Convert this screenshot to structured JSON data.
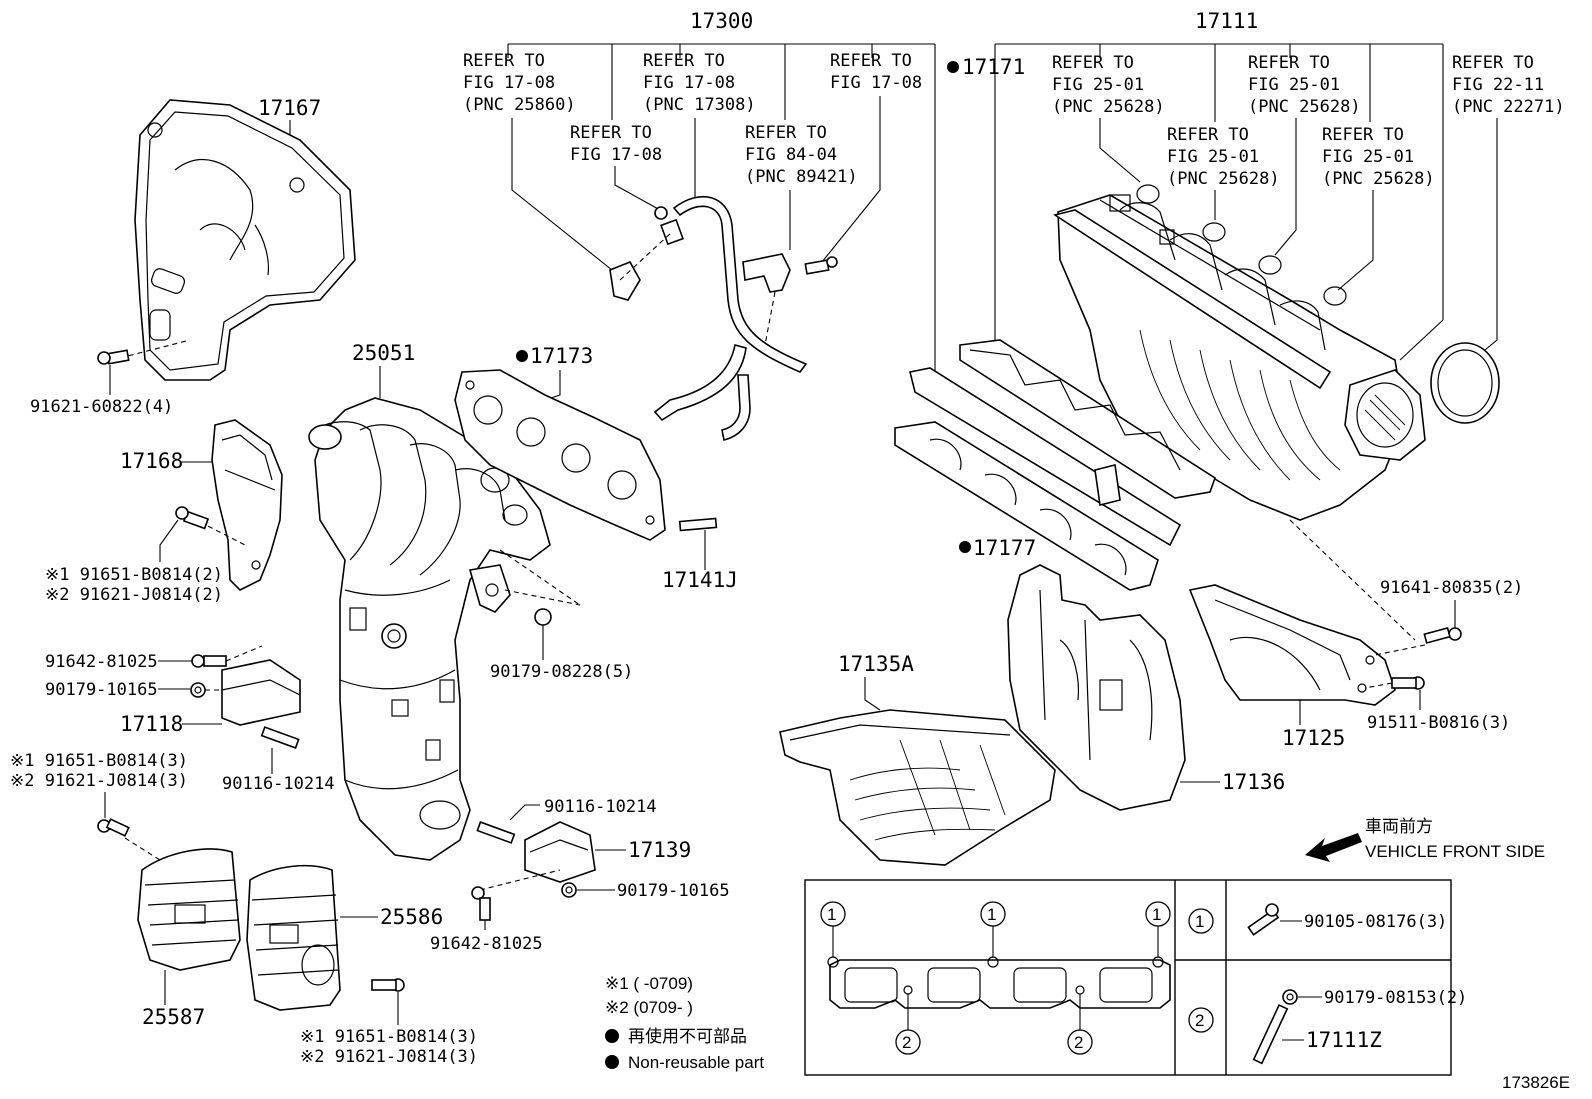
{
  "labels": {
    "p17300": "17300",
    "p17111": "17111",
    "p17171": "17171",
    "p17167": "17167",
    "p25051": "25051",
    "p17173": "17173",
    "p17168": "17168",
    "p17141J": "17141J",
    "p17177": "17177",
    "p17135A": "17135A",
    "p17136": "17136",
    "p17125": "17125",
    "p17118": "17118",
    "p17139": "17139",
    "p25586": "25586",
    "p25587": "25587",
    "b91621_60822": "91621-60822(4)",
    "b91651_B0814_2": "※1 91651-B0814(2)",
    "b91621_J0814_2": "※2 91621-J0814(2)",
    "b91642_81025_a": "91642-81025",
    "b90179_10165_a": "90179-10165",
    "b91651_B0814_3a": "※1 91651-B0814(3)",
    "b91621_J0814_3a": "※2 91621-J0814(3)",
    "b90116_10214_a": "90116-10214",
    "b90179_08228": "90179-08228(5)",
    "b90116_10214_b": "90116-10214",
    "b90179_10165_b": "90179-10165",
    "b91642_81025_b": "91642-81025",
    "b91651_B0814_3b": "※1 91651-B0814(3)",
    "b91621_J0814_3b": "※2 91621-J0814(3)",
    "b91641_80835": "91641-80835(2)",
    "b91511_B0816": "91511-B0816(3)",
    "figure_code": "173826E"
  },
  "refers": {
    "r1": [
      "REFER TO",
      "FIG 17-08",
      "(PNC 25860)"
    ],
    "r2": [
      "REFER TO",
      "FIG 17-08"
    ],
    "r3": [
      "REFER TO",
      "FIG 17-08",
      "(PNC 17308)"
    ],
    "r4": [
      "REFER TO",
      "FIG 84-04",
      "(PNC 89421)"
    ],
    "r5": [
      "REFER TO",
      "FIG 17-08"
    ],
    "r6": [
      "REFER TO",
      "FIG 25-01",
      "(PNC 25628)"
    ],
    "r7": [
      "REFER TO",
      "FIG 25-01",
      "(PNC 25628)"
    ],
    "r8": [
      "REFER TO",
      "FIG 25-01",
      "(PNC 25628)"
    ],
    "r9": [
      "REFER TO",
      "FIG 25-01",
      "(PNC 25628)"
    ],
    "r10": [
      "REFER TO",
      "FIG 22-11",
      "(PNC 22271)"
    ]
  },
  "front_side": {
    "jp": "車両前方",
    "en": "VEHICLE FRONT SIDE"
  },
  "legend": {
    "note1": "※1 (     -0709)",
    "note2": "※2 (0709-     )",
    "nonreuse_jp": "再使用不可部品",
    "nonreuse_en": "Non-reusable part"
  },
  "gasket_key": {
    "marker1": "1",
    "marker2": "2",
    "item1": "90105-08176(3)",
    "item2a": "90179-08153(2)",
    "item2b": "17111Z"
  }
}
